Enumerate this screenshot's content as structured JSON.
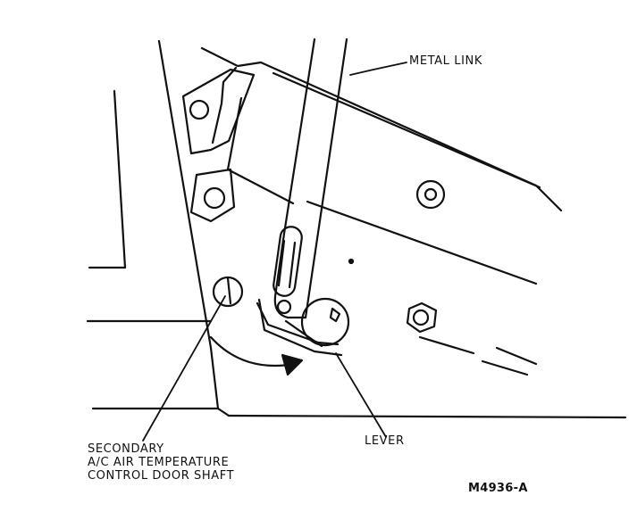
{
  "labels": {
    "metal_link": "METAL LINK",
    "lever": "LEVER",
    "shaft_line1": "SECONDARY",
    "shaft_line2": "A/C AIR TEMPERATURE",
    "shaft_line3": "CONTROL DOOR SHAFT",
    "figure_id": "M4936-A"
  },
  "colors": {
    "ink": "#111111",
    "paper": "#ffffff"
  }
}
